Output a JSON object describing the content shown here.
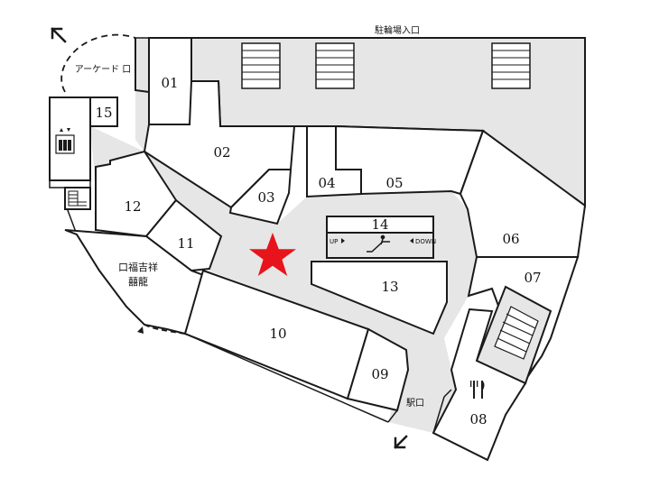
{
  "labels": {
    "bicycle_parking_entrance": "駐輪場入口",
    "arcade_entrance": "アーケード 口",
    "station_entrance": "駅口",
    "restaurant_line1": "口福吉祥",
    "restaurant_line2": "囍龍",
    "escalator_up": "UP",
    "escalator_down": "DOWN"
  },
  "stores": {
    "s01": "01",
    "s02": "02",
    "s03": "03",
    "s04": "04",
    "s05": "05",
    "s06": "06",
    "s07": "07",
    "s08": "08",
    "s09": "09",
    "s10": "10",
    "s11": "11",
    "s12": "12",
    "s13": "13",
    "s14": "14",
    "s15": "15"
  },
  "current_location_marker": "red-star",
  "colors": {
    "marker": "#e8141b",
    "corridor": "#e6e6e6",
    "wall": "#1a1a1a"
  },
  "icons": [
    "elevator-icon",
    "escalator-icon",
    "stairs-icon",
    "restaurant-icon",
    "arrow-icon"
  ]
}
